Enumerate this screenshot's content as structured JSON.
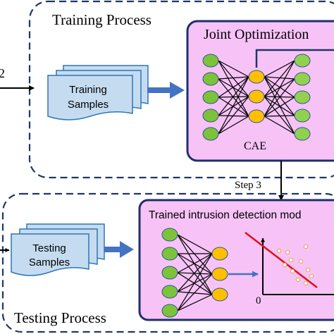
{
  "diagram": {
    "step_left_label": "2",
    "step3_label": "Step 3",
    "training": {
      "title": "Training Process",
      "samples_line1": "Training",
      "samples_line2": "Samples",
      "joint_title": "Joint Optimization",
      "cae_label": "CAE"
    },
    "testing": {
      "title": "Testing Process",
      "samples_line1": "Testing",
      "samples_line2": "Samples",
      "model_title": "Trained intrusion detection mod",
      "axis_origin": "0"
    },
    "colors": {
      "dashed_border": "#1f3864",
      "doc_fill": "#c5dcf0",
      "doc_stroke": "#2e75b6",
      "panel_fill": "#f7c3f7",
      "panel_stroke": "#1f2f6b",
      "green_node": "#7cc33a",
      "green_node_light": "#92d050",
      "yellow_node": "#ffc000",
      "arrow_blue": "#4472c4",
      "separator_red": "#e0101a",
      "scatter_point": "#e8a860"
    }
  }
}
